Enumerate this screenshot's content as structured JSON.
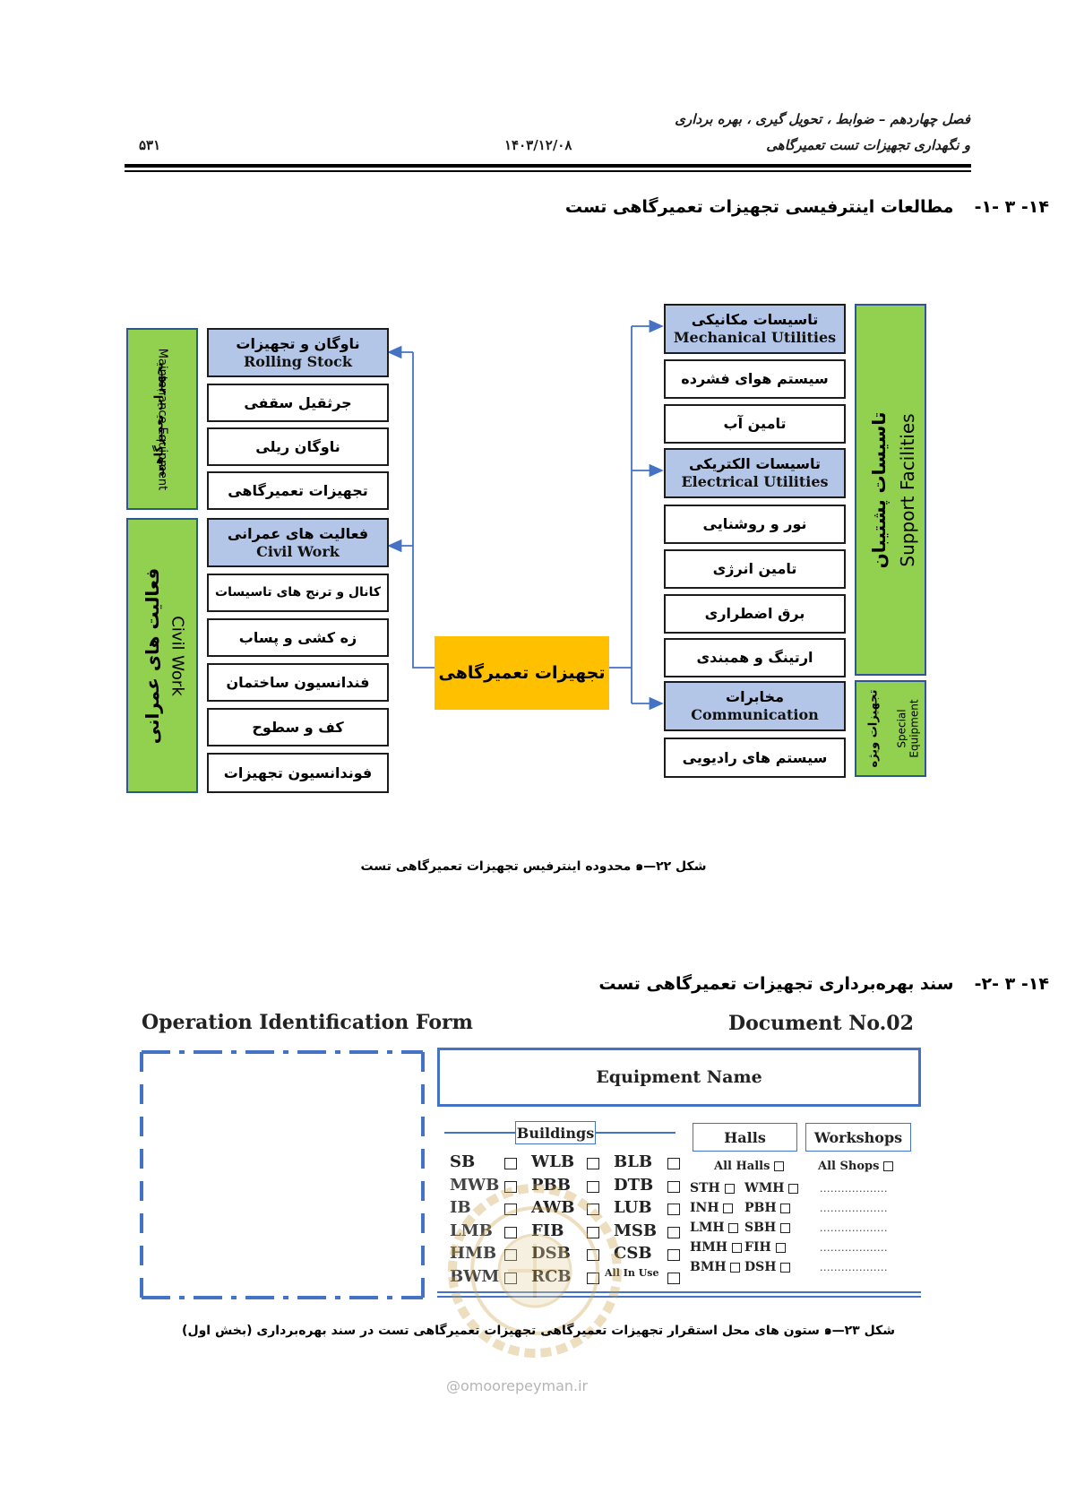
{
  "header": {
    "chapter_line1": "فصل چهاردهم – ضوابط ، تحویل گیری ، بهره برداری",
    "chapter_line2": "و نگهداری تجهیزات تست تعمیرگاهی",
    "date": "۱۴۰۳/۱۲/۰۸",
    "page_number": "۵۳۱"
  },
  "section1": {
    "number": "۱۴- ۳ -۱-",
    "title": "مطالعات اینترفیسی تجهیزات تعمیرگاهی تست"
  },
  "diagram": {
    "center": "تجهیزات تعمیرگاهی",
    "left_groups": [
      {
        "fa": "تجهیزات تعمیرگاهی",
        "en": "Maintenance Equipment"
      },
      {
        "fa": "فعالیت های عمرانی",
        "en": "Civil Work"
      }
    ],
    "right_groups": [
      {
        "fa": "تاسیسات پشتیبان",
        "en": "Support Facilities"
      },
      {
        "fa": "تجهیزات ویژه",
        "en": "Special Equipment"
      }
    ],
    "left_column": {
      "rolling_stock": {
        "fa": "ناوگان و تجهیزات",
        "en": "Rolling Stock"
      },
      "items1": [
        "جرثقیل سقفی",
        "ناوگان ریلی",
        "تجهیزات تعمیرگاهی"
      ],
      "civil_work": {
        "fa": "فعالیت های عمرانی",
        "en": "Civil Work"
      },
      "items2": [
        "کانال و ترنج های تاسیسات",
        "زه کشی و پساب",
        "فندانسیون ساختمان",
        "کف و سطوح",
        "فوندانسیون تجهیزات"
      ]
    },
    "right_column": {
      "mechanical": {
        "fa": "تاسیسات مکانیکی",
        "en": "Mechanical Utilities"
      },
      "mech_items": [
        "سیستم هوای فشرده",
        "تامین آب"
      ],
      "electrical": {
        "fa": "تاسیسات الکتریکی",
        "en": "Electrical Utilities"
      },
      "elec_items": [
        "نور و روشنایی",
        "تامین انرژی",
        "برق اضطراری",
        "ارتینگ و همبندی"
      ],
      "communication": {
        "fa": "مخابرات",
        "en": "Communication"
      },
      "comm_items": [
        "سیستم های رادیویی"
      ]
    }
  },
  "caption1": "شکل ๑—۲۲ محدوده اینترفیس تجهیزات تعمیرگاهی تست",
  "section2": {
    "number": "۱۴- ۳ -۲-",
    "title": "سند بهره‌برداری تجهیزات تعمیرگاهی تست"
  },
  "form": {
    "title": "Operation Identification Form",
    "doc_no": "Document No.02",
    "equipment_name": "Equipment Name",
    "buildings_label": "Buildings",
    "halls_label": "Halls",
    "workshops_label": "Workshops",
    "buildings": [
      [
        "SB",
        "WLB",
        "BLB"
      ],
      [
        "MWB",
        "PBB",
        "DTB"
      ],
      [
        "IB",
        "AWB",
        "LUB"
      ],
      [
        "LMB",
        "FIB",
        "MSB"
      ],
      [
        "HMB",
        "DSB",
        "CSB"
      ],
      [
        "BWM",
        "RCB",
        "All In Use"
      ]
    ],
    "all_halls": "All Halls",
    "all_shops": "All Shops",
    "halls": [
      [
        "STH",
        "WMH"
      ],
      [
        "INH",
        "PBH"
      ],
      [
        "LMH",
        "SBH"
      ],
      [
        "HMH",
        "FIH"
      ],
      [
        "BMH",
        "DSH"
      ]
    ],
    "dots": "..................."
  },
  "caption2": "شکل ๑—۲۳ ستون های محل استقرار تجهیزات تعمیرگاهی تجهیزات تعمیرگاهی تست در سند بهره‌برداری  (بخش اول)",
  "watermark": "@omoorepeyman.ir",
  "colors": {
    "blue_box": "#b4c6e7",
    "green": "#92d050",
    "center": "#ffc000",
    "connector": "#4472c4"
  }
}
